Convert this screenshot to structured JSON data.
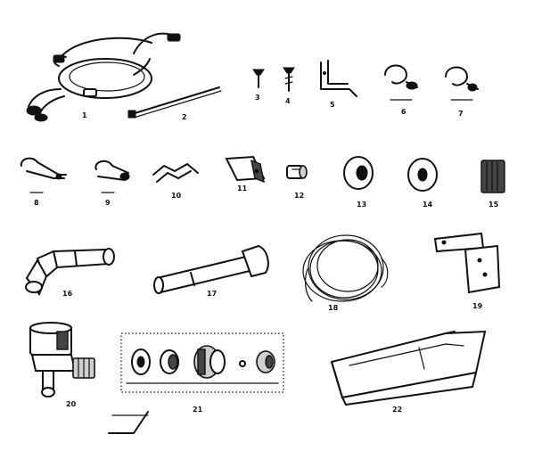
{
  "labels": {
    "p1": "1",
    "p2": "2",
    "p3": "3",
    "p4": "4",
    "p5": "5",
    "p6": "6",
    "p7": "7",
    "p8": "8",
    "p9": "9",
    "p10": "10",
    "p11": "11",
    "p12": "12",
    "p13": "13",
    "p14": "14",
    "p15": "15",
    "p16": "16",
    "p17": "17",
    "p18": "18",
    "p19": "19",
    "p20": "20",
    "p21": "21",
    "p22": "22"
  },
  "colors": {
    "ink": "#111111",
    "paper": "#ffffff"
  }
}
